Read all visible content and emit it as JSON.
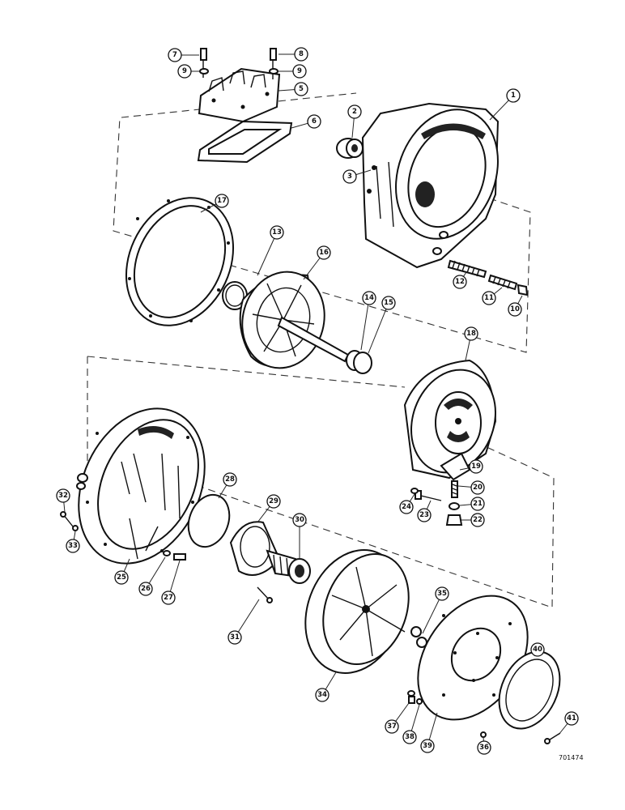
{
  "diagram": {
    "callouts": [
      "1",
      "2",
      "3",
      "5",
      "6",
      "7",
      "8",
      "9",
      "9",
      "10",
      "11",
      "12",
      "13",
      "14",
      "15",
      "16",
      "17",
      "18",
      "19",
      "20",
      "21",
      "22",
      "23",
      "24",
      "25",
      "26",
      "27",
      "28",
      "29",
      "30",
      "31",
      "32",
      "33",
      "34",
      "35",
      "36",
      "37",
      "38",
      "39",
      "40",
      "41"
    ],
    "drawing_code": "701474"
  }
}
